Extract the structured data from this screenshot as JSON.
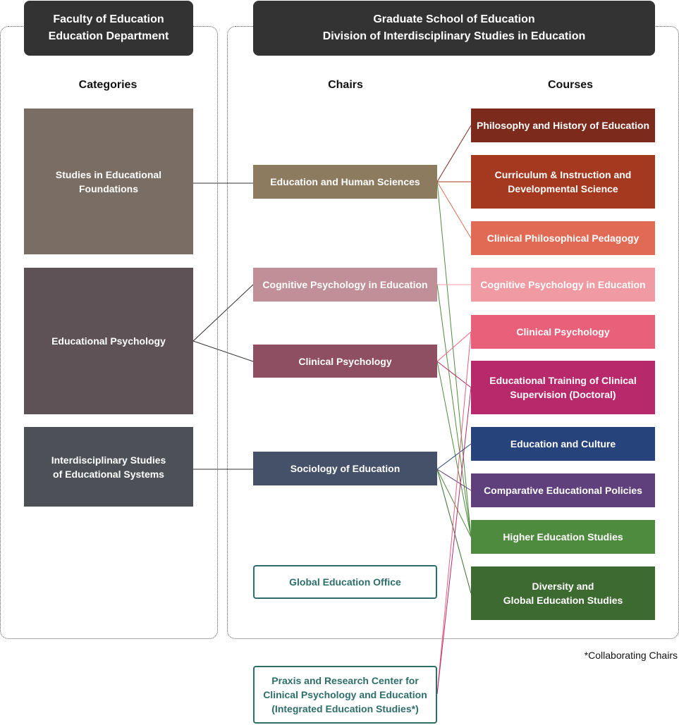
{
  "header_left": {
    "line1": "Faculty of Education",
    "line2": "Education Department"
  },
  "header_right": {
    "line1": "Graduate School of Education",
    "line2": "Division of Interdisciplinary Studies in Education"
  },
  "column_heads": {
    "categories": "Categories",
    "chairs": "Chairs",
    "courses": "Courses"
  },
  "categories": [
    {
      "line1": "Studies in Educational",
      "line2": "Foundations",
      "color": "#7a6e64"
    },
    {
      "line1": "Educational Psychology",
      "line2": "",
      "color": "#5e5256"
    },
    {
      "line1": "Interdisciplinary Studies",
      "line2": "of Educational Systems",
      "color": "#4e5058"
    }
  ],
  "chairs": [
    {
      "label": "Education and Human Sciences",
      "color": "#8d7b60"
    },
    {
      "label": "Cognitive Psychology in Education",
      "color": "#c08f97"
    },
    {
      "label": "Clinical Psychology",
      "color": "#8d4f61"
    },
    {
      "label": "Sociology of Education",
      "color": "#455069"
    }
  ],
  "global_office": "Global Education Office",
  "praxis_center": {
    "line1": "Praxis and Research Center for",
    "line2": "Clinical Psychology and Education",
    "line3": "(Integrated Education Studies*)"
  },
  "courses": [
    {
      "line1": "Philosophy and History of Education",
      "line2": "",
      "color": "#7b2a1c"
    },
    {
      "line1": "Curriculum & Instruction and",
      "line2": "Developmental Science",
      "color": "#a5391f"
    },
    {
      "line1": "Clinical Philosophical Pedagogy",
      "line2": "",
      "color": "#e06a53"
    },
    {
      "line1": "Cognitive Psychology in Education",
      "line2": "",
      "color": "#f09aa3"
    },
    {
      "line1": "Clinical Psychology",
      "line2": "",
      "color": "#e8607a"
    },
    {
      "line1": "Educational Training of Clinical",
      "line2": "Supervision (Doctoral)",
      "color": "#b8296c"
    },
    {
      "line1": "Education and Culture",
      "line2": "",
      "color": "#26437c"
    },
    {
      "line1": "Comparative Educational Policies",
      "line2": "",
      "color": "#5f3f7c"
    },
    {
      "line1": "Higher Education Studies",
      "line2": "",
      "color": "#4f8b3f"
    },
    {
      "line1": "Diversity and",
      "line2": "Global Education Studies",
      "color": "#3d6a30"
    }
  ],
  "footnote": "*Collaborating Chairs",
  "link_colors": {
    "dark": "#333333",
    "brown": "#7b2a1c",
    "red": "#a5391f",
    "coral": "#e06a53",
    "pink": "#f09aa3",
    "rose": "#e8607a",
    "magenta": "#b8296c",
    "navy": "#26437c",
    "purple": "#5f3f7c",
    "green": "#4f8b3f"
  }
}
